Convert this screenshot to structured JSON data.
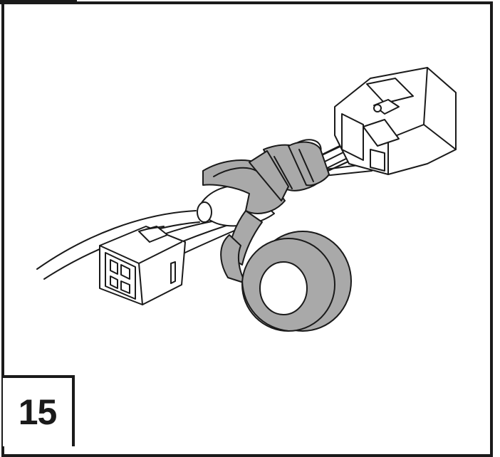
{
  "step": {
    "number": "15"
  },
  "colors": {
    "line": "#1a1a1a",
    "tape": "#a9a9a9",
    "tape_light": "#c4c4c4",
    "background": "#ffffff"
  },
  "illustration": {
    "subject": "wire-harness-tape-wrapping",
    "parts": [
      "left-connector",
      "right-connector",
      "wire-bundle",
      "tape-roll",
      "fuse-holder"
    ]
  }
}
